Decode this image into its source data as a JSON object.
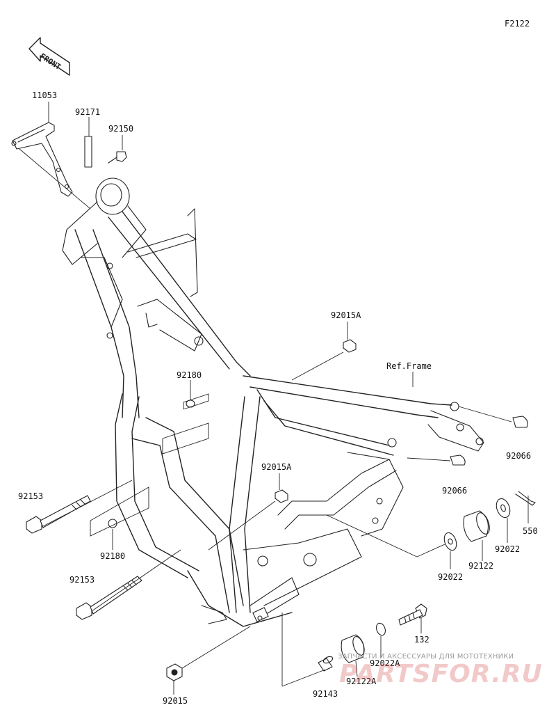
{
  "diagram_code": "F2122",
  "front_label": "FRONT",
  "ref_frame": "Ref.Frame",
  "part_labels": {
    "p11053": "11053",
    "p92171": "92171",
    "p92150": "92150",
    "p92015A_top": "92015A",
    "p92180_top": "92180",
    "p92015A_mid": "92015A",
    "p92066_top": "92066",
    "p92066_bot": "92066",
    "p550": "550",
    "p92022_r": "92022",
    "p92122": "92122",
    "p92022_l": "92022",
    "p92153_top": "92153",
    "p92180_bot": "92180",
    "p92153_bot": "92153",
    "p132": "132",
    "p92022A": "92022A",
    "p92122A": "92122A",
    "p92143": "92143",
    "p92015": "92015"
  },
  "watermark": {
    "tagline": "ЗАПЧАСТИ И АКСЕССУАРЫ ДЛЯ МОТОТЕХНИКИ",
    "logo": "PARTSFOR.RU"
  }
}
